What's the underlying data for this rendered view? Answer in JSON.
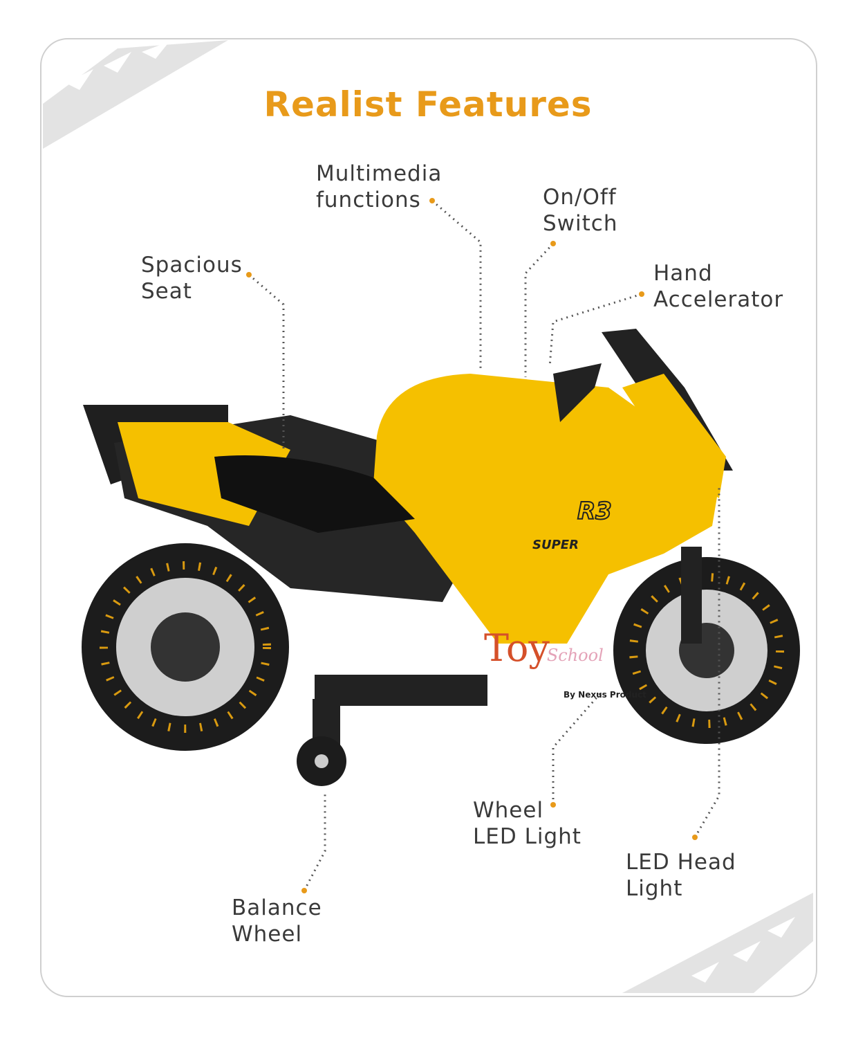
{
  "title": "Realist Features",
  "features": {
    "multimedia": [
      "Multimedia",
      "functions"
    ],
    "onoff": [
      "On/Off",
      "Switch"
    ],
    "seat": [
      "Spacious",
      "Seat"
    ],
    "accelerator": [
      "Hand",
      "Accelerator"
    ],
    "wheel_led": [
      "Wheel",
      "LED Light"
    ],
    "head_light": [
      "LED Head",
      "Light"
    ],
    "balance": [
      "Balance",
      "Wheel"
    ]
  },
  "bike_decals": {
    "model": "R3",
    "badge": "SUPER"
  },
  "watermark": {
    "brand": "Toy",
    "sub": "School",
    "by": "By Nexus Product"
  },
  "colors": {
    "title": "#e89a1a",
    "body": "#f5c000",
    "text": "#3a3a3a"
  }
}
